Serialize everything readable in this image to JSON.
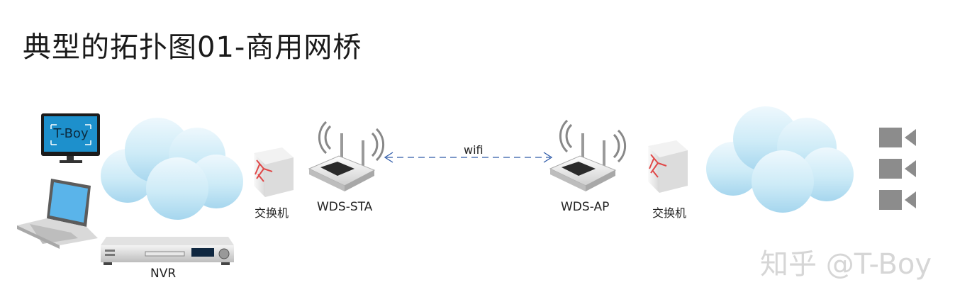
{
  "title": "典型的拓扑图01-商用网桥",
  "monitor_text": "T-Boy",
  "labels": {
    "nvr": "NVR",
    "switch_left": "交换机",
    "wds_sta": "WDS-STA",
    "link": "wifi",
    "wds_ap": "WDS-AP",
    "switch_right": "交换机"
  },
  "watermark": "知乎 @T-Boy",
  "colors": {
    "cloud": "#bfe3f3",
    "monitor_screen": "#1d90cc",
    "link_line": "#2e5aa8",
    "camera": "#8c8c8c",
    "switch_arrow": "#e04848"
  }
}
